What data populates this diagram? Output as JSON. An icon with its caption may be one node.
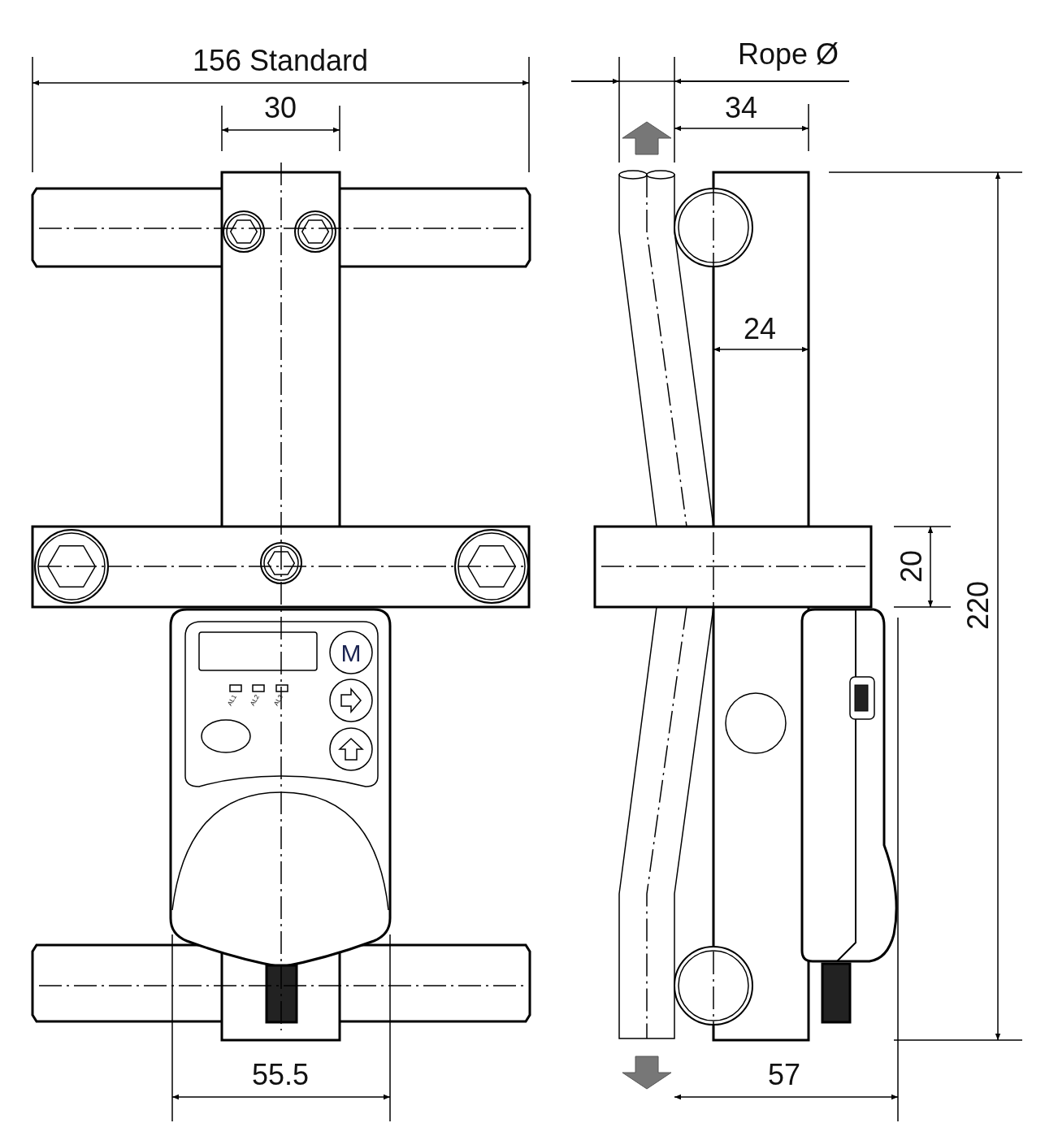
{
  "diagram": {
    "labels": [
      "156 Standard",
      "Rope Ø",
      "30",
      "34",
      "24",
      "20",
      "220",
      "M",
      "AL1",
      "AL2",
      "AL3",
      "55.5",
      "57"
    ]
  }
}
